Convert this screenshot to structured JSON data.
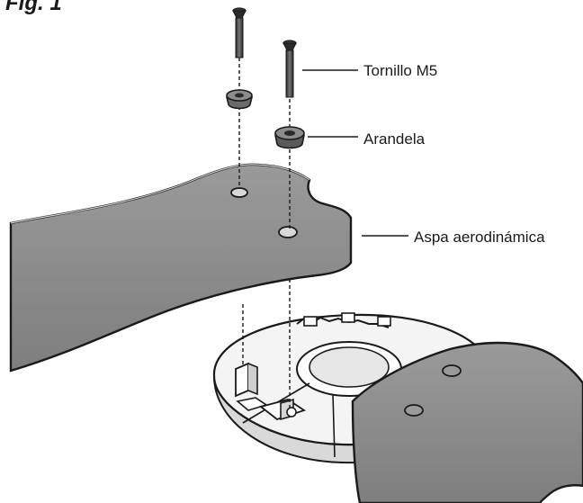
{
  "figure": {
    "title": "Fig. 1"
  },
  "callouts": {
    "screw": "Tornillo M5",
    "washer": "Arandela",
    "blade": "Aspa aerodinámica"
  },
  "colors": {
    "blade_fill": "#8a8a8a",
    "outline": "#1a1a1a",
    "hub_fill": "#f2f2f2",
    "background": "#ffffff"
  }
}
